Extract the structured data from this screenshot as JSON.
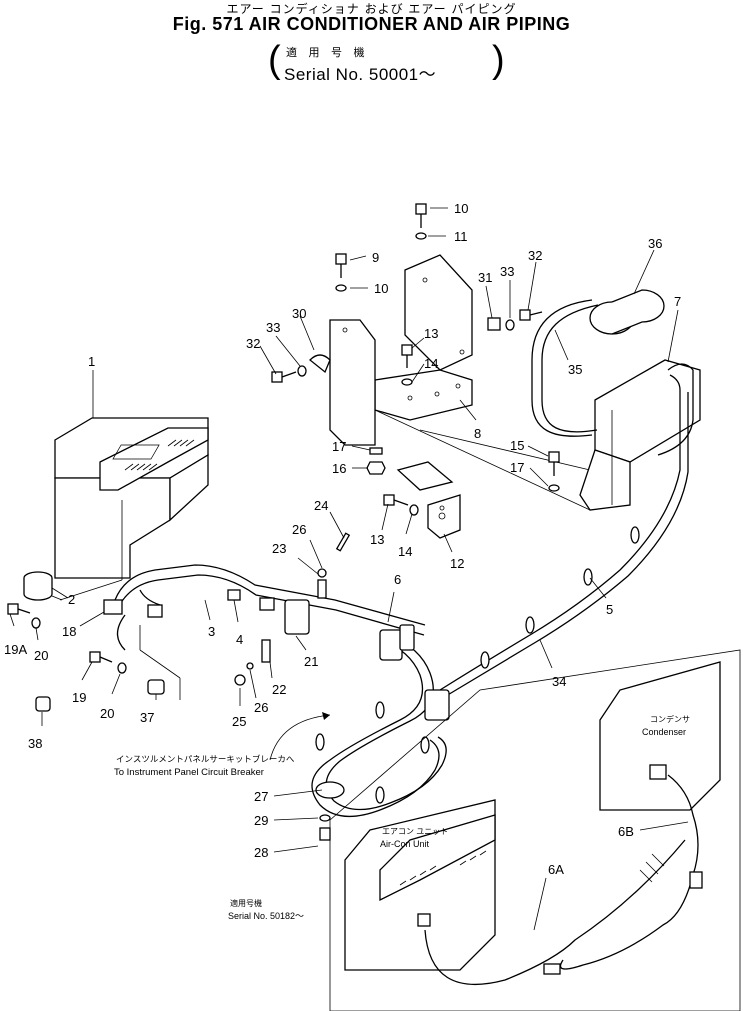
{
  "header": {
    "jp_title": "エアー コンディショナ および エアー パイピング",
    "fig_title": "Fig. 571 AIR CONDITIONER AND AIR PIPING",
    "serial_jp": "適 用 号 機",
    "serial_no": "Serial No. 50001～"
  },
  "notes": {
    "instrument_jp": "インスツルメントパネルサーキットブレーカへ",
    "instrument_en": "To Instrument Panel Circuit Breaker",
    "condenser_jp": "コンデンサ",
    "condenser_en": "Condenser",
    "aircon_jp": "エアコン ユニット",
    "aircon_en": "Air-Con Unit",
    "serial2_jp": "適用号機",
    "serial2_en": "Serial No. 50182～"
  },
  "callouts": [
    "1",
    "2",
    "3",
    "4",
    "5",
    "6",
    "6A",
    "6B",
    "7",
    "8",
    "9",
    "10",
    "10",
    "11",
    "12",
    "13",
    "13",
    "14",
    "14",
    "15",
    "16",
    "17",
    "17",
    "18",
    "19",
    "19A",
    "20",
    "20",
    "21",
    "22",
    "23",
    "24",
    "25",
    "26",
    "26",
    "27",
    "28",
    "29",
    "30",
    "31",
    "32",
    "32",
    "33",
    "33",
    "34",
    "35",
    "36",
    "37",
    "38"
  ]
}
